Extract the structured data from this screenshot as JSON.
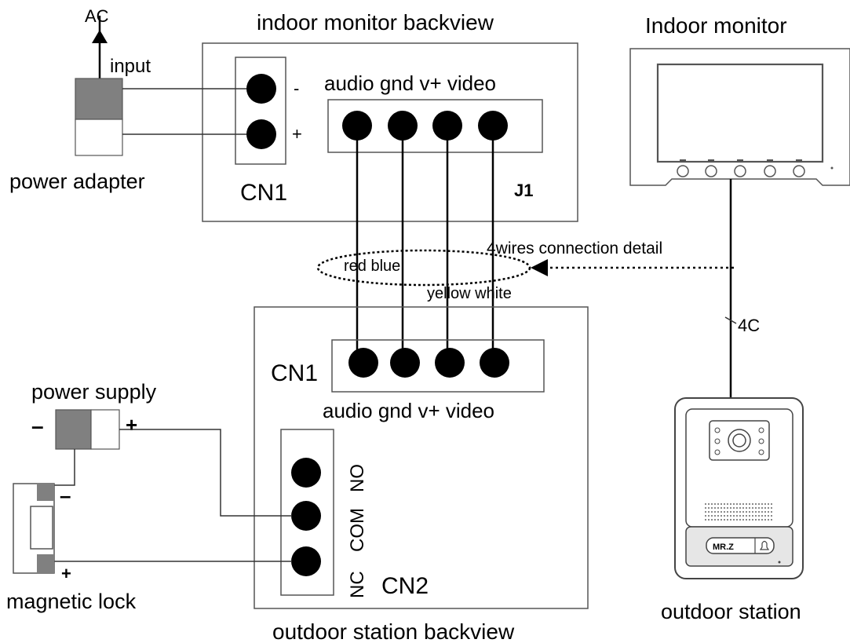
{
  "labels": {
    "ac": "AC",
    "input": "input",
    "power_adapter": "power adapter",
    "indoor_backview_title": "indoor monitor backview",
    "indoor_cn1": "CN1",
    "minus": "-",
    "plus": "+",
    "indoor_pins": "audio gnd v+ video",
    "j1": "J1",
    "indoor_monitor_title": "Indoor monitor",
    "connection_detail": "4wires connection detail",
    "wire_colors_top": "red  blue",
    "wire_colors_bottom": "yellow white",
    "four_c": "4C",
    "outdoor_cn1": "CN1",
    "outdoor_pins": "audio gnd v+ video",
    "power_supply": "power supply",
    "supply_minus": "–",
    "supply_plus": "+",
    "lock_minus": "–",
    "lock_plus": "+",
    "magnetic_lock": "magnetic lock",
    "no": "NO",
    "com": "COM",
    "nc": "NC",
    "cn2": "CN2",
    "outdoor_backview_title": "outdoor station backview",
    "outdoor_station": "outdoor station",
    "nameplate": "MR.Z"
  }
}
